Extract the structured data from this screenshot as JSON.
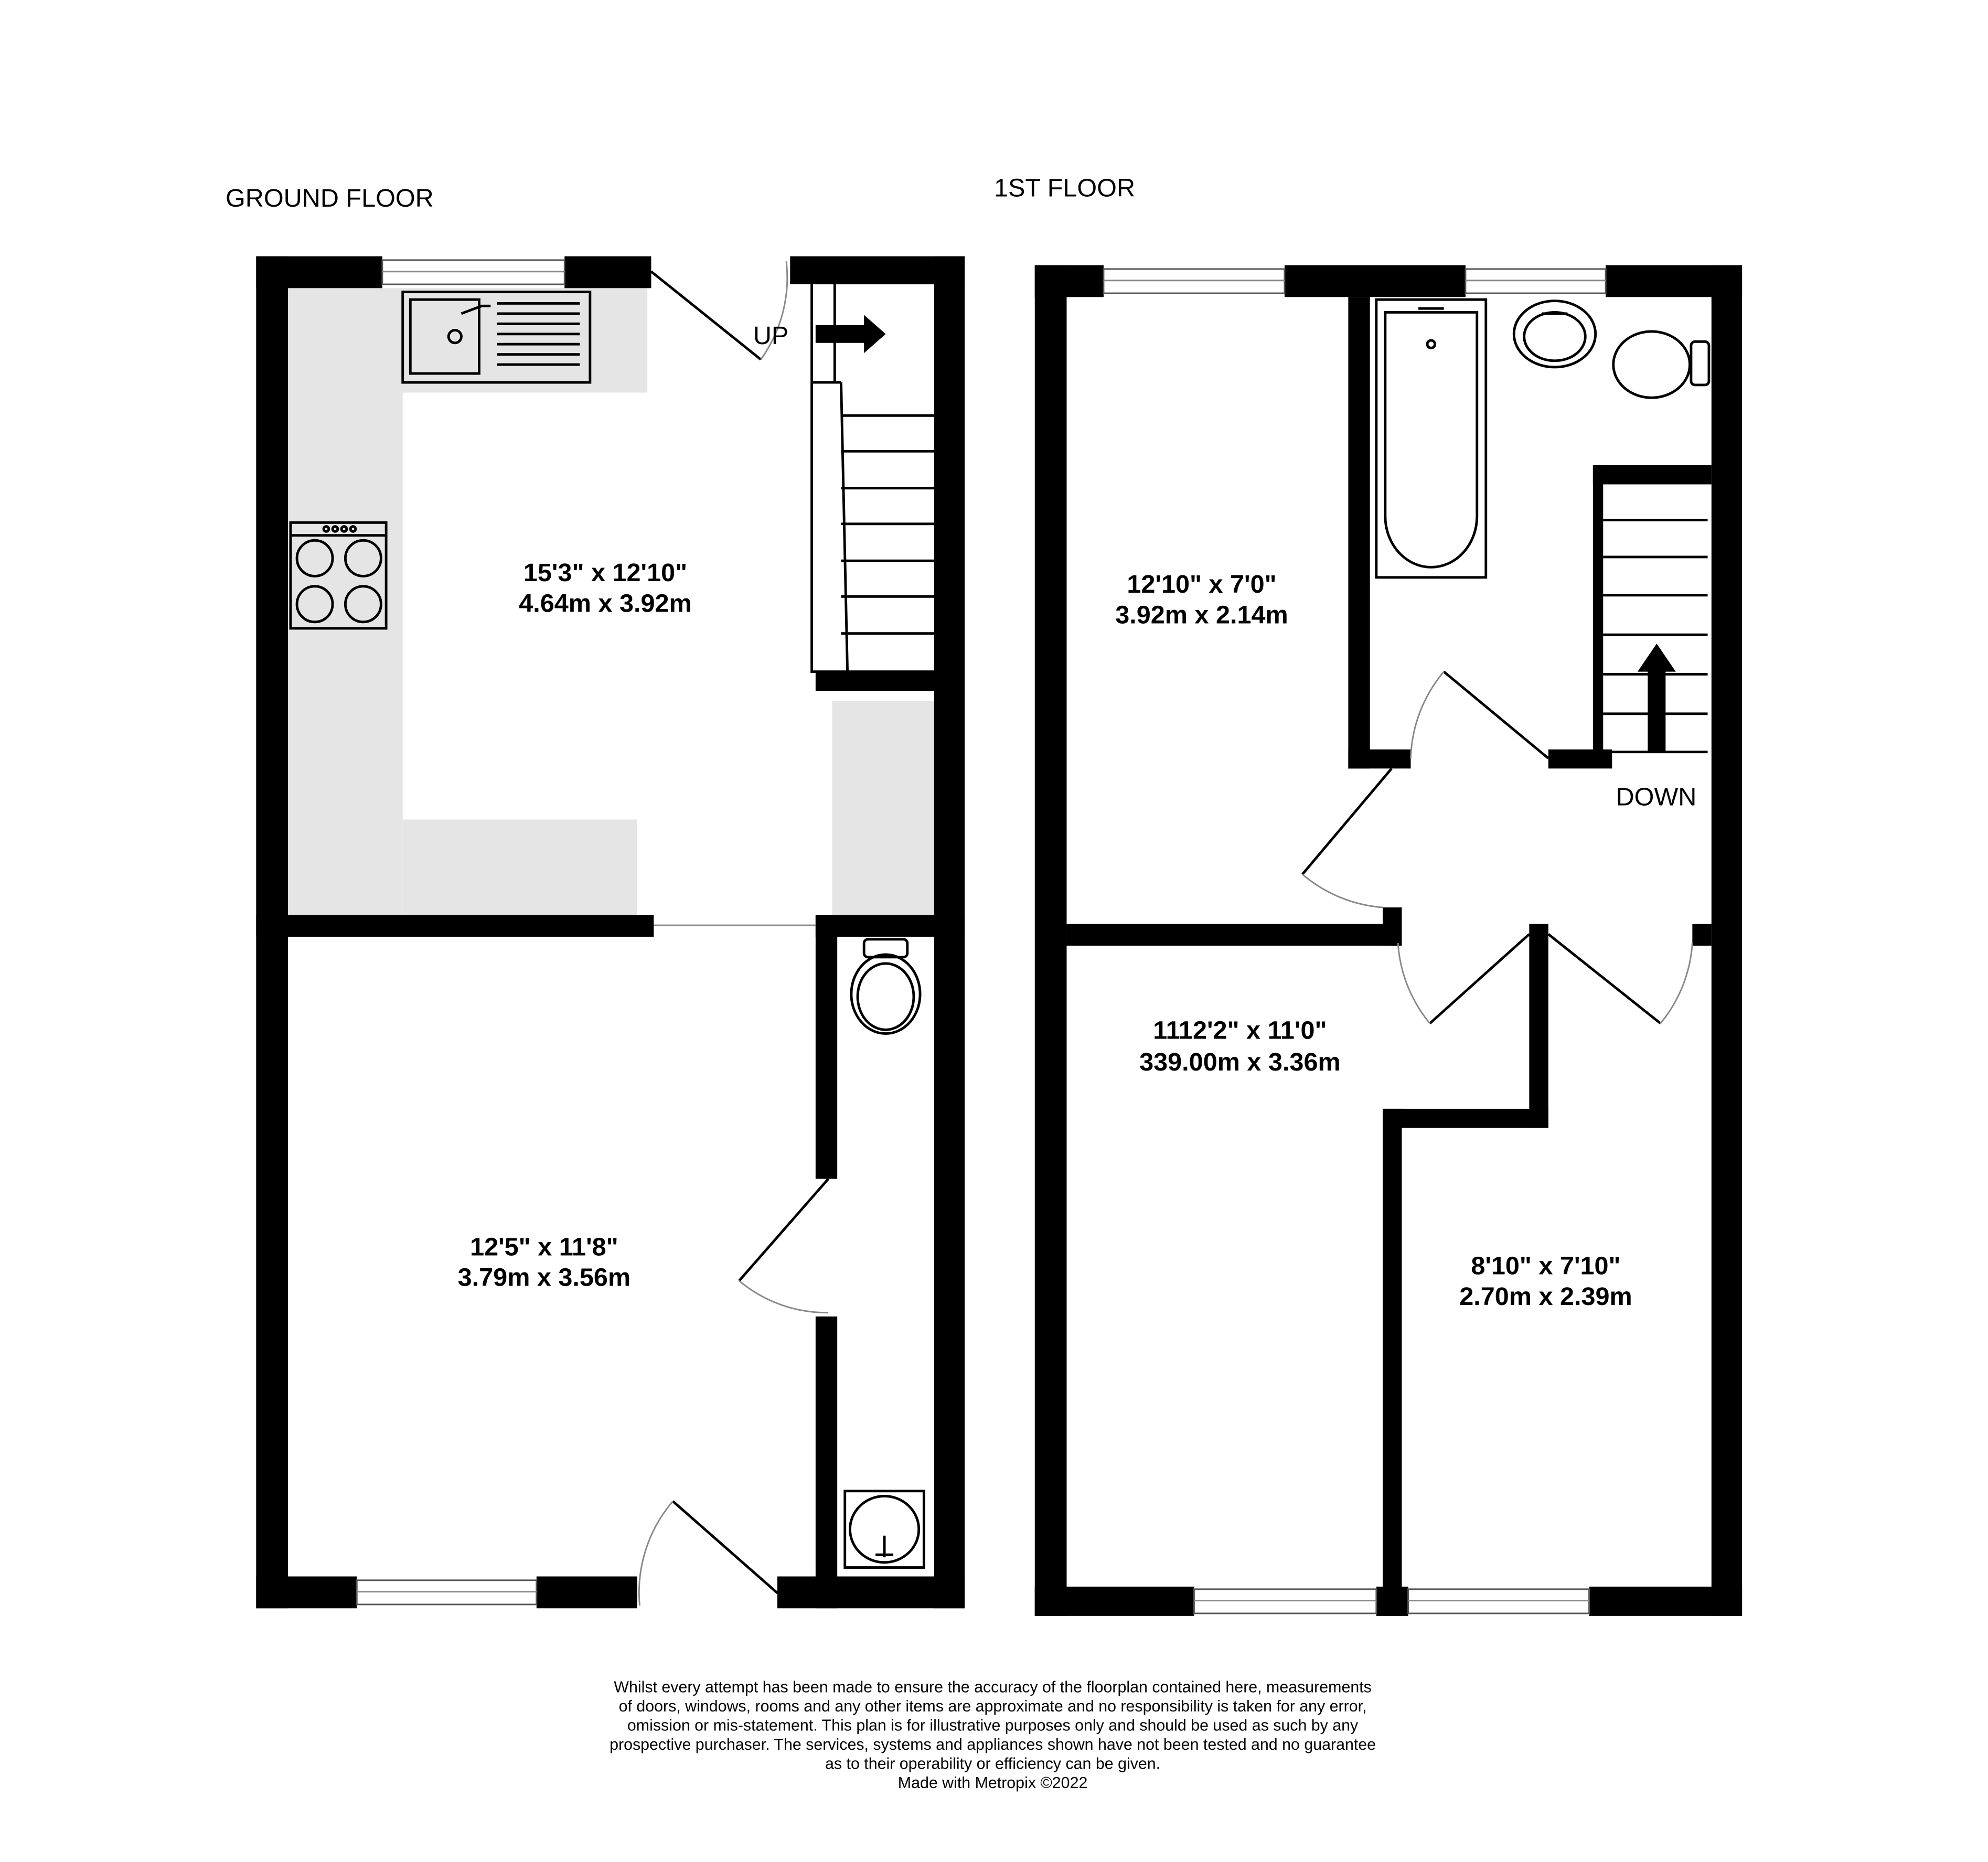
{
  "floors": [
    {
      "title": "GROUND FLOOR",
      "stairs_label": "UP",
      "rooms": [
        {
          "imperial": "15'3\"  x 12'10\"",
          "metric": "4.64m  x 3.92m"
        },
        {
          "imperial": "12'5\"  x 11'8\"",
          "metric": "3.79m  x 3.56m"
        }
      ]
    },
    {
      "title": "1ST FLOOR",
      "stairs_label": "DOWN",
      "rooms": [
        {
          "imperial": "12'10\"  x 7'0\"",
          "metric": "3.92m  x 2.14m"
        },
        {
          "imperial": "1112'2\"  x 11'0\"",
          "metric": "339.00m  x 3.36m"
        },
        {
          "imperial": "8'10\"  x 7'10\"",
          "metric": "2.70m  x 2.39m"
        }
      ]
    }
  ],
  "disclaimer": [
    "Whilst every attempt has been made to ensure the accuracy of the floorplan contained here, measurements",
    "of doors, windows, rooms and any other items are approximate and no responsibility is taken for any error,",
    "omission or mis-statement. This plan is for illustrative purposes only and should be used as such by any",
    "prospective purchaser. The services, systems and appliances shown have not been tested and no guarantee",
    "as to their operability or efficiency can be given.",
    "Made with Metropix ©2022"
  ]
}
